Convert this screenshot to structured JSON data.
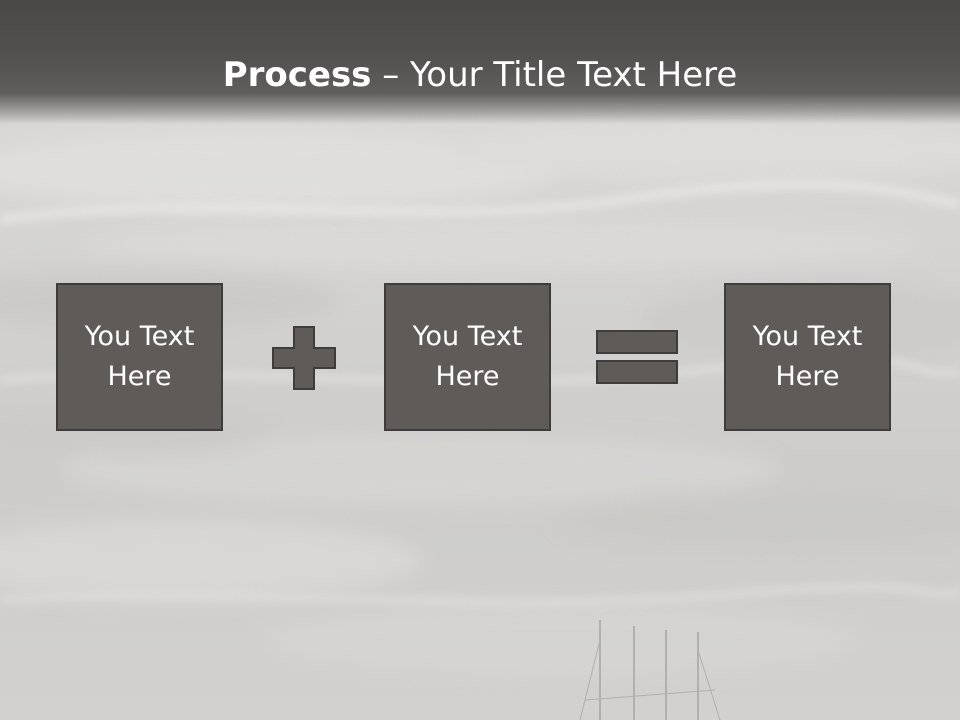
{
  "title": {
    "bold": "Process",
    "rest": " – Your Title Text Here"
  },
  "boxes": [
    {
      "text": "You Text Here"
    },
    {
      "text": "You Text Here"
    },
    {
      "text": "You Text Here"
    }
  ],
  "operators": {
    "first": "plus-icon",
    "second": "equals-icon"
  },
  "colors": {
    "title_band": "#53514f",
    "box_fill": "#5e5b59",
    "box_border": "#3f3d3b",
    "text": "#ffffff",
    "background": "#d3d2d0"
  }
}
